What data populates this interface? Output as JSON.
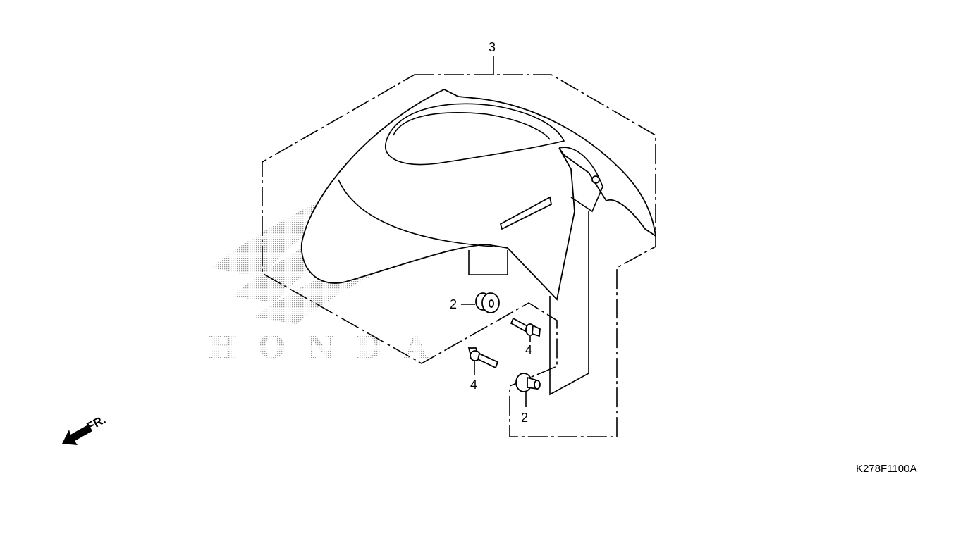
{
  "diagram": {
    "callouts": {
      "fender_assembly": "3",
      "grommet_upper": "2",
      "grommet_lower": "2",
      "bolt_right": "4",
      "bolt_left": "4"
    },
    "front_indicator": "FR.",
    "watermark_logo": "HONDA",
    "drawing_code": "K278F1100A",
    "colors": {
      "ink": "#000000",
      "background": "#ffffff",
      "watermark_dots": "#9a9a9a"
    }
  }
}
